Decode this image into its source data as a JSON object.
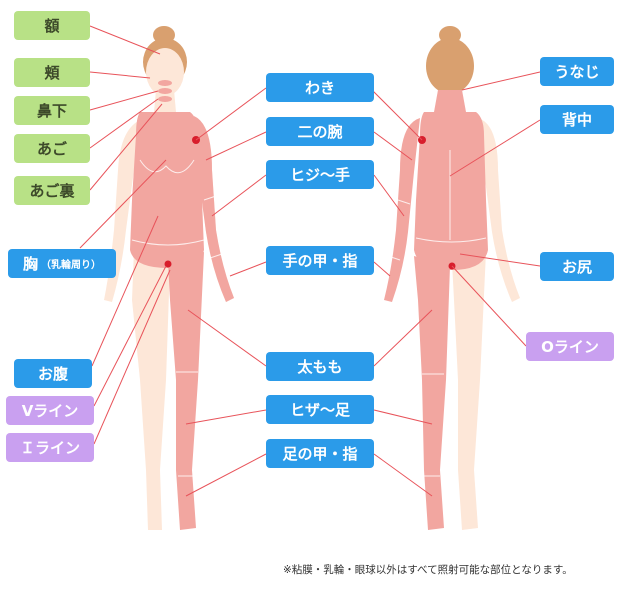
{
  "colors": {
    "green": "#b8e186",
    "blue": "#2b9be9",
    "purple": "#c9a0f0",
    "line": "#e8535a",
    "skin": "#fde7d8",
    "treatment": "#f2a6a0",
    "hair": "#d9a06f",
    "dot": "#d81e2c"
  },
  "labels": {
    "forehead": "額",
    "cheek": "頬",
    "under_nose": "鼻下",
    "chin": "あご",
    "under_chin": "あご裏",
    "chest": "胸",
    "chest_note": "（乳輪周り）",
    "belly": "お腹",
    "v_line": "Vライン",
    "i_line": "Ｉライン",
    "armpit": "わき",
    "upper_arm": "二の腕",
    "elbow_hand": "ヒジ～手",
    "back_of_hand": "手の甲・指",
    "thigh": "太もも",
    "knee_foot": "ヒザ～足",
    "top_of_foot": "足の甲・指",
    "nape": "うなじ",
    "back": "背中",
    "buttocks": "お尻",
    "o_line": "Oライン"
  },
  "footnote": "※粘膜・乳輪・眼球以外はすべて照射可能な部位となります。"
}
